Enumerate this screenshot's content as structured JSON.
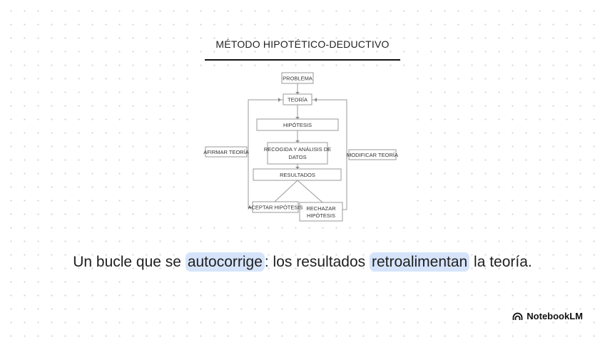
{
  "slide": {
    "title": "MÉTODO HIPOTÉTICO-DEDUCTIVO",
    "caption": {
      "part1": "Un bucle que se ",
      "highlight1": "autocorrige",
      "part2": ": los resultados ",
      "highlight2": "retroalimentan",
      "part3": " la teoría."
    },
    "brand": "NotebookLM",
    "highlight_color": "#d6e4fb"
  },
  "diagram": {
    "problema": "PROBLEMA",
    "teoria": "TEORÍA",
    "hipotesis": "HIPÓTESIS",
    "recogida_line1": "RECOGIDA Y ANÁLISIS DE",
    "recogida_line2": "DATOS",
    "resultados": "RESULTADOS",
    "aceptar": "ACEPTAR HIPÓTESIS",
    "rechazar_line1": "RECHAZAR",
    "rechazar_line2": "HIPÓTESIS",
    "afirmar": "AFIRMAR TEORÍA",
    "modificar": "MODIFICAR TEORÍA"
  }
}
